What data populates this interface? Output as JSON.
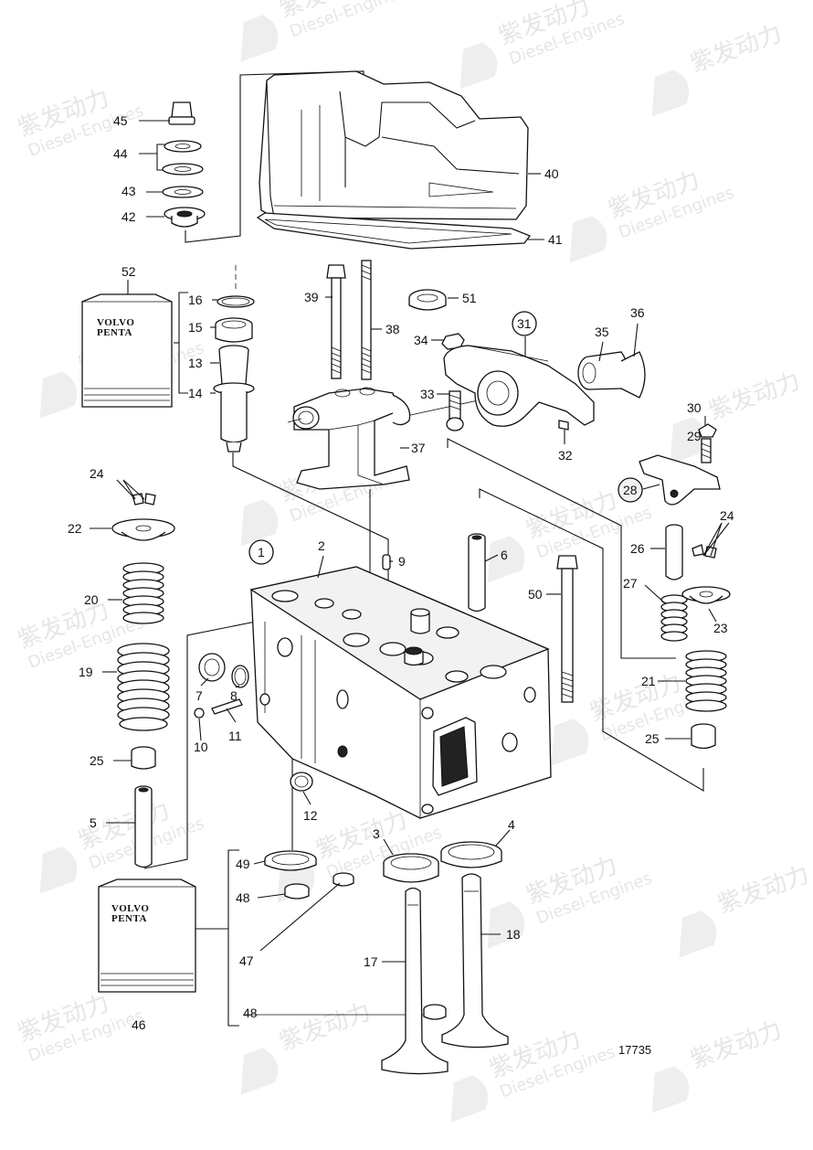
{
  "watermark": {
    "cn": "紫发动力",
    "en": "Diesel-Engines"
  },
  "brand": {
    "line1": "VOLVO",
    "line2": "PENTA"
  },
  "doc_number": "17735",
  "callouts": {
    "c1": "1",
    "c2": "2",
    "c3": "3",
    "c4": "4",
    "c5": "5",
    "c6": "6",
    "c7": "7",
    "c8": "8",
    "c9": "9",
    "c10": "10",
    "c11": "11",
    "c12": "12",
    "c13": "13",
    "c14": "14",
    "c15": "15",
    "c16": "16",
    "c17": "17",
    "c18": "18",
    "c19": "19",
    "c20": "20",
    "c21": "21",
    "c22": "22",
    "c23": "23",
    "c24a": "24",
    "c24b": "24",
    "c25a": "25",
    "c25b": "25",
    "c26": "26",
    "c27": "27",
    "c28": "28",
    "c29": "29",
    "c30": "30",
    "c31": "31",
    "c32": "32",
    "c33": "33",
    "c34": "34",
    "c35": "35",
    "c36": "36",
    "c37": "37",
    "c38": "38",
    "c39": "39",
    "c40": "40",
    "c41": "41",
    "c42": "42",
    "c43": "43",
    "c44": "44",
    "c45": "45",
    "c46": "46",
    "c47": "47",
    "c48a": "48",
    "c48b": "48",
    "c49": "49",
    "c50": "50",
    "c51": "51",
    "c52": "52"
  }
}
